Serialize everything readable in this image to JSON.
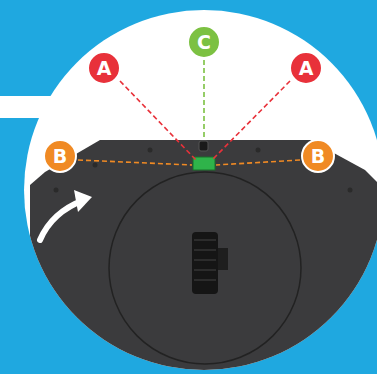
{
  "diagram": {
    "nodes": [
      {
        "text": [
          "A"
        ]
      },
      {
        "text": [
          "C"
        ]
      },
      {
        "text": [
          "A"
        ]
      },
      {
        "text": [
          "B"
        ]
      },
      {
        "text": [
          "B"
        ]
      }
    ]
  }
}
